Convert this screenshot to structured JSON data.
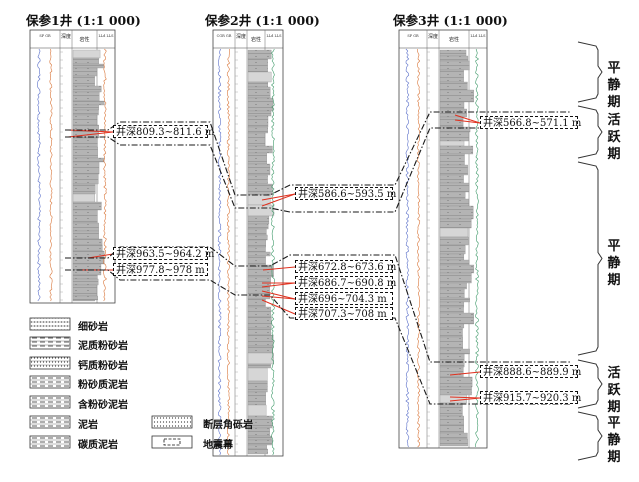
{
  "figure": {
    "wells": [
      {
        "id": "w1",
        "title": "保参1井 (1:1 000)",
        "header": {
          "depth_label": "深度",
          "lith_label": "岩性",
          "left_curves": [
            "SP",
            "GR"
          ],
          "right_curves": [
            "LLd",
            "LLS"
          ]
        }
      },
      {
        "id": "w2",
        "title": "保参2井 (1:1 000)",
        "header": {
          "depth_label": "深度",
          "lith_label": "岩性",
          "left_curves": [
            "CGR",
            "GR"
          ],
          "right_curves": [
            "LLd",
            "LLS"
          ]
        }
      },
      {
        "id": "w3",
        "title": "保参3井 (1:1 000)",
        "header": {
          "depth_label": "深度",
          "lith_label": "岩性",
          "left_curves": [
            "SP",
            "GR"
          ],
          "right_curves": [
            "LLd",
            "LLS"
          ]
        }
      }
    ],
    "depth_labels": [
      {
        "well": "w1",
        "text": "井深809.3~811.6 m"
      },
      {
        "well": "w1",
        "text": "井深963.5~964.2 m"
      },
      {
        "well": "w1",
        "text": "井深977.8~978 m"
      },
      {
        "well": "w2",
        "text": "井深586.6~593.5 m"
      },
      {
        "well": "w2",
        "text": "井深672.8~673.6 m"
      },
      {
        "well": "w2",
        "text": "井深686.7~690.8 m"
      },
      {
        "well": "w2",
        "text": "井深696~704.3 m"
      },
      {
        "well": "w2",
        "text": "井深707.3~708 m"
      },
      {
        "well": "w3",
        "text": "井深566.8~571.1 m"
      },
      {
        "well": "w3",
        "text": "井深888.6~889.9 m"
      },
      {
        "well": "w3",
        "text": "井深915.7~920.3 m"
      }
    ],
    "periods": [
      {
        "label": "平静期"
      },
      {
        "label": "活跃期"
      },
      {
        "label": "平静期"
      },
      {
        "label": "活跃期"
      },
      {
        "label": "平静期"
      }
    ],
    "legend": [
      {
        "pattern": "fine-sandstone",
        "label": "细砂岩"
      },
      {
        "pattern": "muddy-siltstone",
        "label": "泥质粉砂岩"
      },
      {
        "pattern": "calcareous-siltstone",
        "label": "钙质粉砂岩"
      },
      {
        "pattern": "silty-mudstone",
        "label": "粉砂质泥岩"
      },
      {
        "pattern": "silt-bearing-mudstone",
        "label": "含粉砂泥岩"
      },
      {
        "pattern": "mudstone",
        "label": "泥岩"
      },
      {
        "pattern": "carbonaceous-mudstone",
        "label": "碳质泥岩"
      },
      {
        "pattern": "fault-breccia",
        "label": "断层角砾岩"
      },
      {
        "pattern": "seismic-curtain",
        "label": "地震幕"
      }
    ],
    "colors": {
      "lithology_fill": "#b4b4b4",
      "lithology_light": "#d6d6d6",
      "curve_orange": "#d9763a",
      "curve_blue": "#5a6fc9",
      "curve_green": "#3f9a6a",
      "link_red": "#e0301e",
      "line_dark": "#1a1a1a"
    }
  }
}
